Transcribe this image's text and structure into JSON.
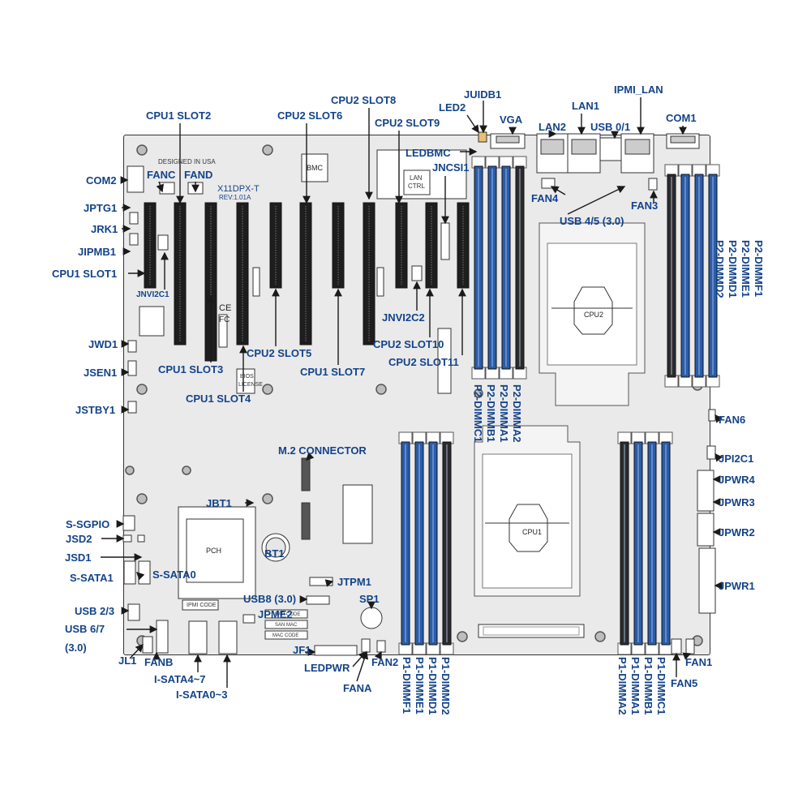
{
  "board": {
    "designed_in": "DESIGNED IN USA",
    "model": "X11DPX-T",
    "revision": "REV:1.01A",
    "bmc": "BMC",
    "lan_ctrl_1": "LAN",
    "lan_ctrl_2": "CTRL",
    "pch": "PCH",
    "cpu1": "CPU1",
    "cpu2": "CPU2",
    "ipmi_code": "IPMI CODE",
    "bios_license_1": "BIOS",
    "bios_license_2": "LICENSE",
    "ce_mark": "CE",
    "fc_mark": "FC",
    "san_mac": "SAN MAC",
    "mac_code": "MAC CODE",
    "barcode": "BAR CODE"
  },
  "labels": {
    "cpu2_slot8": "CPU2 SLOT8",
    "juidb1": "JUIDB1",
    "ipmi_lan": "IPMI_LAN",
    "cpu1_slot2": "CPU1 SLOT2",
    "cpu2_slot6": "CPU2 SLOT6",
    "led2": "LED2",
    "vga": "VGA",
    "lan1": "LAN1",
    "com1": "COM1",
    "cpu2_slot9": "CPU2 SLOT9",
    "lan2": "LAN2",
    "usb01": "USB 0/1",
    "ledbmc": "LEDBMC",
    "jncsi1": "JNCSI1",
    "fanc": "FANC",
    "fand": "FAND",
    "com2": "COM2",
    "fan4": "FAN4",
    "fan3": "FAN3",
    "jptg1": "JPTG1",
    "usb45": "USB 4/5 (3.0)",
    "jrk1": "JRK1",
    "jipmb1": "JIPMB1",
    "cpu1_slot1": "CPU1 SLOT1",
    "jnvi2c1": "JNVI2C1",
    "jnvi2c2": "JNVI2C2",
    "jwd1": "JWD1",
    "cpu2_slot10": "CPU2 SLOT10",
    "cpu2_slot5": "CPU2 SLOT5",
    "cpu2_slot11": "CPU2 SLOT11",
    "jsen1": "JSEN1",
    "cpu1_slot3": "CPU1 SLOT3",
    "cpu1_slot7": "CPU1 SLOT7",
    "cpu1_slot4": "CPU1 SLOT4",
    "jstby1": "JSTBY1",
    "fan6": "FAN6",
    "m2_connector": "M.2 CONNECTOR",
    "jpi2c1": "JPI2C1",
    "jpwr4": "JPWR4",
    "jbt1": "JBT1",
    "jpwr3": "JPWR3",
    "s_sgpio": "S-SGPIO",
    "jsd2": "JSD2",
    "jpwr2": "JPWR2",
    "bt1": "BT1",
    "jsd1": "JSD1",
    "s_sata0": "S-SATA0",
    "s_sata1": "S-SATA1",
    "jtpm1": "JTPM1",
    "jpwr1": "JPWR1",
    "usb8": "USB8 (3.0)",
    "sp1": "SP1",
    "usb23": "USB 2/3",
    "jpme2": "JPME2",
    "usb67_a": "USB 6/7",
    "usb67_b": "(3.0)",
    "jf1": "JF1",
    "jl1": "JL1",
    "fanb": "FANB",
    "ledpwr": "LEDPWR",
    "fan2": "FAN2",
    "fan1": "FAN1",
    "i_sata47": "I-SATA4~7",
    "fan5": "FAN5",
    "i_sata03": "I-SATA0~3",
    "fana": "FANA"
  },
  "dimm_labels": {
    "p2_dimmc1": "P2-DIMMC1",
    "p2_dimmb1": "P2-DIMMB1",
    "p2_dimma1": "P2-DIMMA1",
    "p2_dimma2": "P2-DIMMA2",
    "p2_dimmf1": "P2-DIMMF1",
    "p2_dimme1": "P2-DIMME1",
    "p2_dimmd1": "P2-DIMMD1",
    "p2_dimmd2": "P2-DIMMD2",
    "p1_dimmf1": "P1-DIMMF1",
    "p1_dimme1": "P1-DIMME1",
    "p1_dimmd1": "P1-DIMMD1",
    "p1_dimmd2": "P1-DIMMD2",
    "p1_dimma2": "P1-DIMMA2",
    "p1_dimma1": "P1-DIMMA1",
    "p1_dimmb1": "P1-DIMMB1",
    "p1_dimmc1": "P1-DIMMC1"
  },
  "colors": {
    "label": "#13438a",
    "board": "#eaeaea",
    "dimm_blue": "#2a5caa",
    "dimm_black": "#2b2b2b",
    "line": "#1a1a1a"
  }
}
